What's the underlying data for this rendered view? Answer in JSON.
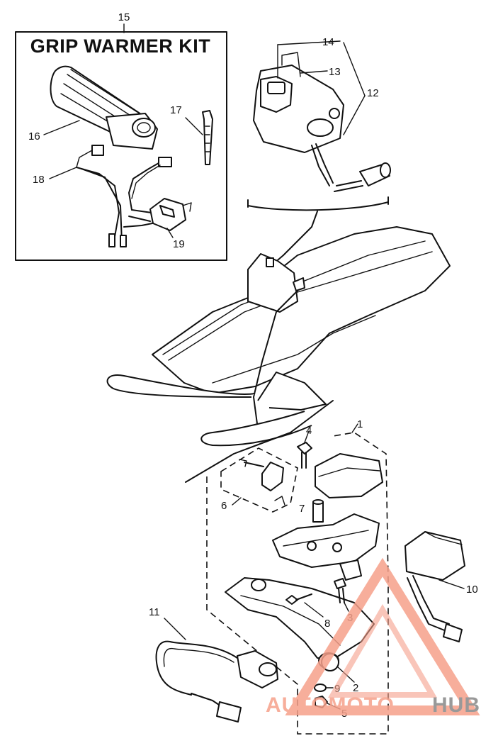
{
  "kit": {
    "title": "GRIP WARMER KIT",
    "number": "15"
  },
  "callouts": [
    {
      "id": "c1",
      "label": "1"
    },
    {
      "id": "c2",
      "label": "2"
    },
    {
      "id": "c3",
      "label": "3"
    },
    {
      "id": "c4",
      "label": "4"
    },
    {
      "id": "c5",
      "label": "5"
    },
    {
      "id": "c6",
      "label": "6"
    },
    {
      "id": "c7",
      "label": "7"
    },
    {
      "id": "c8",
      "label": "8"
    },
    {
      "id": "c9",
      "label": "9"
    },
    {
      "id": "c10",
      "label": "10"
    },
    {
      "id": "c11",
      "label": "11"
    },
    {
      "id": "c12",
      "label": "12"
    },
    {
      "id": "c13",
      "label": "13"
    },
    {
      "id": "c14",
      "label": "14"
    },
    {
      "id": "c16",
      "label": "16"
    },
    {
      "id": "c17",
      "label": "17"
    },
    {
      "id": "c18",
      "label": "18"
    },
    {
      "id": "c19",
      "label": "19"
    }
  ],
  "watermark": {
    "part_a": "AUTOMOTO",
    "part_b": "HUB",
    "color_a": "#f6a08a",
    "color_b": "#888888",
    "icon": "warning-triangle-icon"
  }
}
